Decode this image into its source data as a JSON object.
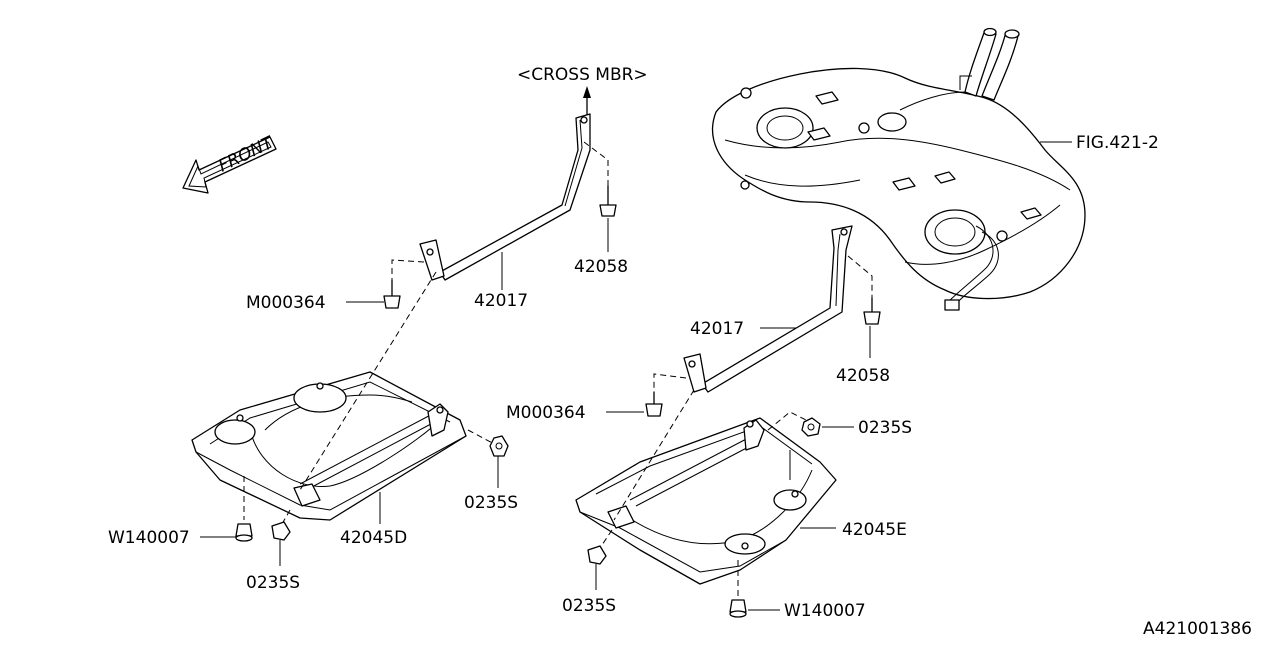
{
  "diagram": {
    "labels": {
      "cross_mbr": "<CROSS MBR>",
      "front": "FRONT",
      "fig_ref": "FIG.421-2",
      "bracket_left": "42017",
      "bolt_left": "42058",
      "screw_left": "M000364",
      "cover_left": "42045D",
      "clip_left_side": "0235S",
      "washer_left": "W140007",
      "clip_left_bottom": "0235S",
      "bracket_right": "42017",
      "bolt_right": "42058",
      "screw_right": "M000364",
      "clip_right_top": "0235S",
      "cover_right": "42045E",
      "clip_right_bottom": "0235S",
      "washer_right": "W140007",
      "doc_id": "A421001386"
    }
  }
}
